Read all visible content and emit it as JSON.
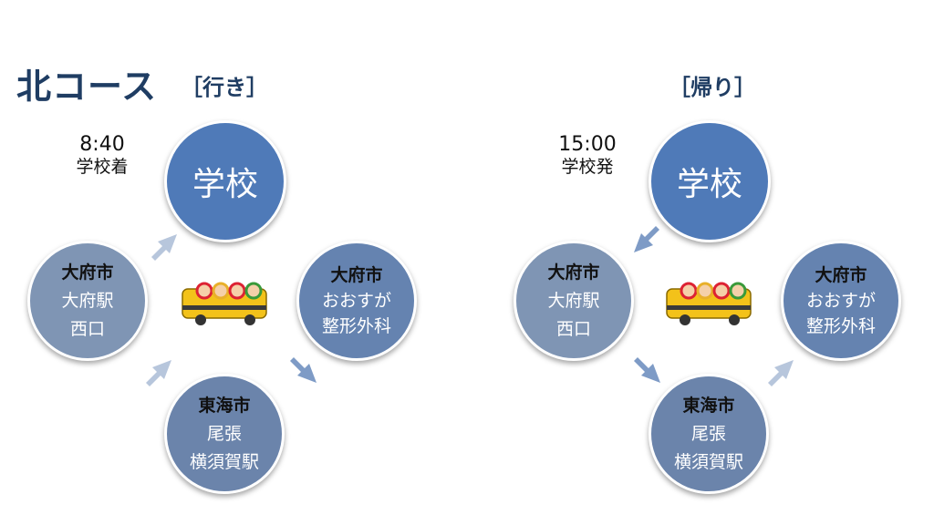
{
  "header": {
    "title": "北コース",
    "outbound": "［行き］",
    "return": "［帰り］"
  },
  "outbound": {
    "time": "8:40",
    "time_label": "学校着",
    "school": "学校",
    "ofu": [
      "大府市",
      "大府駅",
      "西口"
    ],
    "osu": [
      "大府市",
      "おおすが",
      "整形外科"
    ],
    "tokai": [
      "東海市",
      "尾張",
      "横須賀駅"
    ]
  },
  "return": {
    "time": "15:00",
    "time_label": "学校発",
    "school": "学校",
    "ofu": [
      "大府市",
      "大府駅",
      "西口"
    ],
    "osu": [
      "大府市",
      "おおすが",
      "整形外科"
    ],
    "tokai": [
      "東海市",
      "尾張",
      "横須賀駅"
    ]
  },
  "colors": {
    "title": "#1f3d63",
    "school": "#4f7ab8",
    "stop_light": "#7f95b4",
    "arrow_light": "#b7c6dc",
    "arrow_mid": "#7e9bc6"
  },
  "icons": [
    "arrow-icon",
    "school-bus-icon"
  ]
}
